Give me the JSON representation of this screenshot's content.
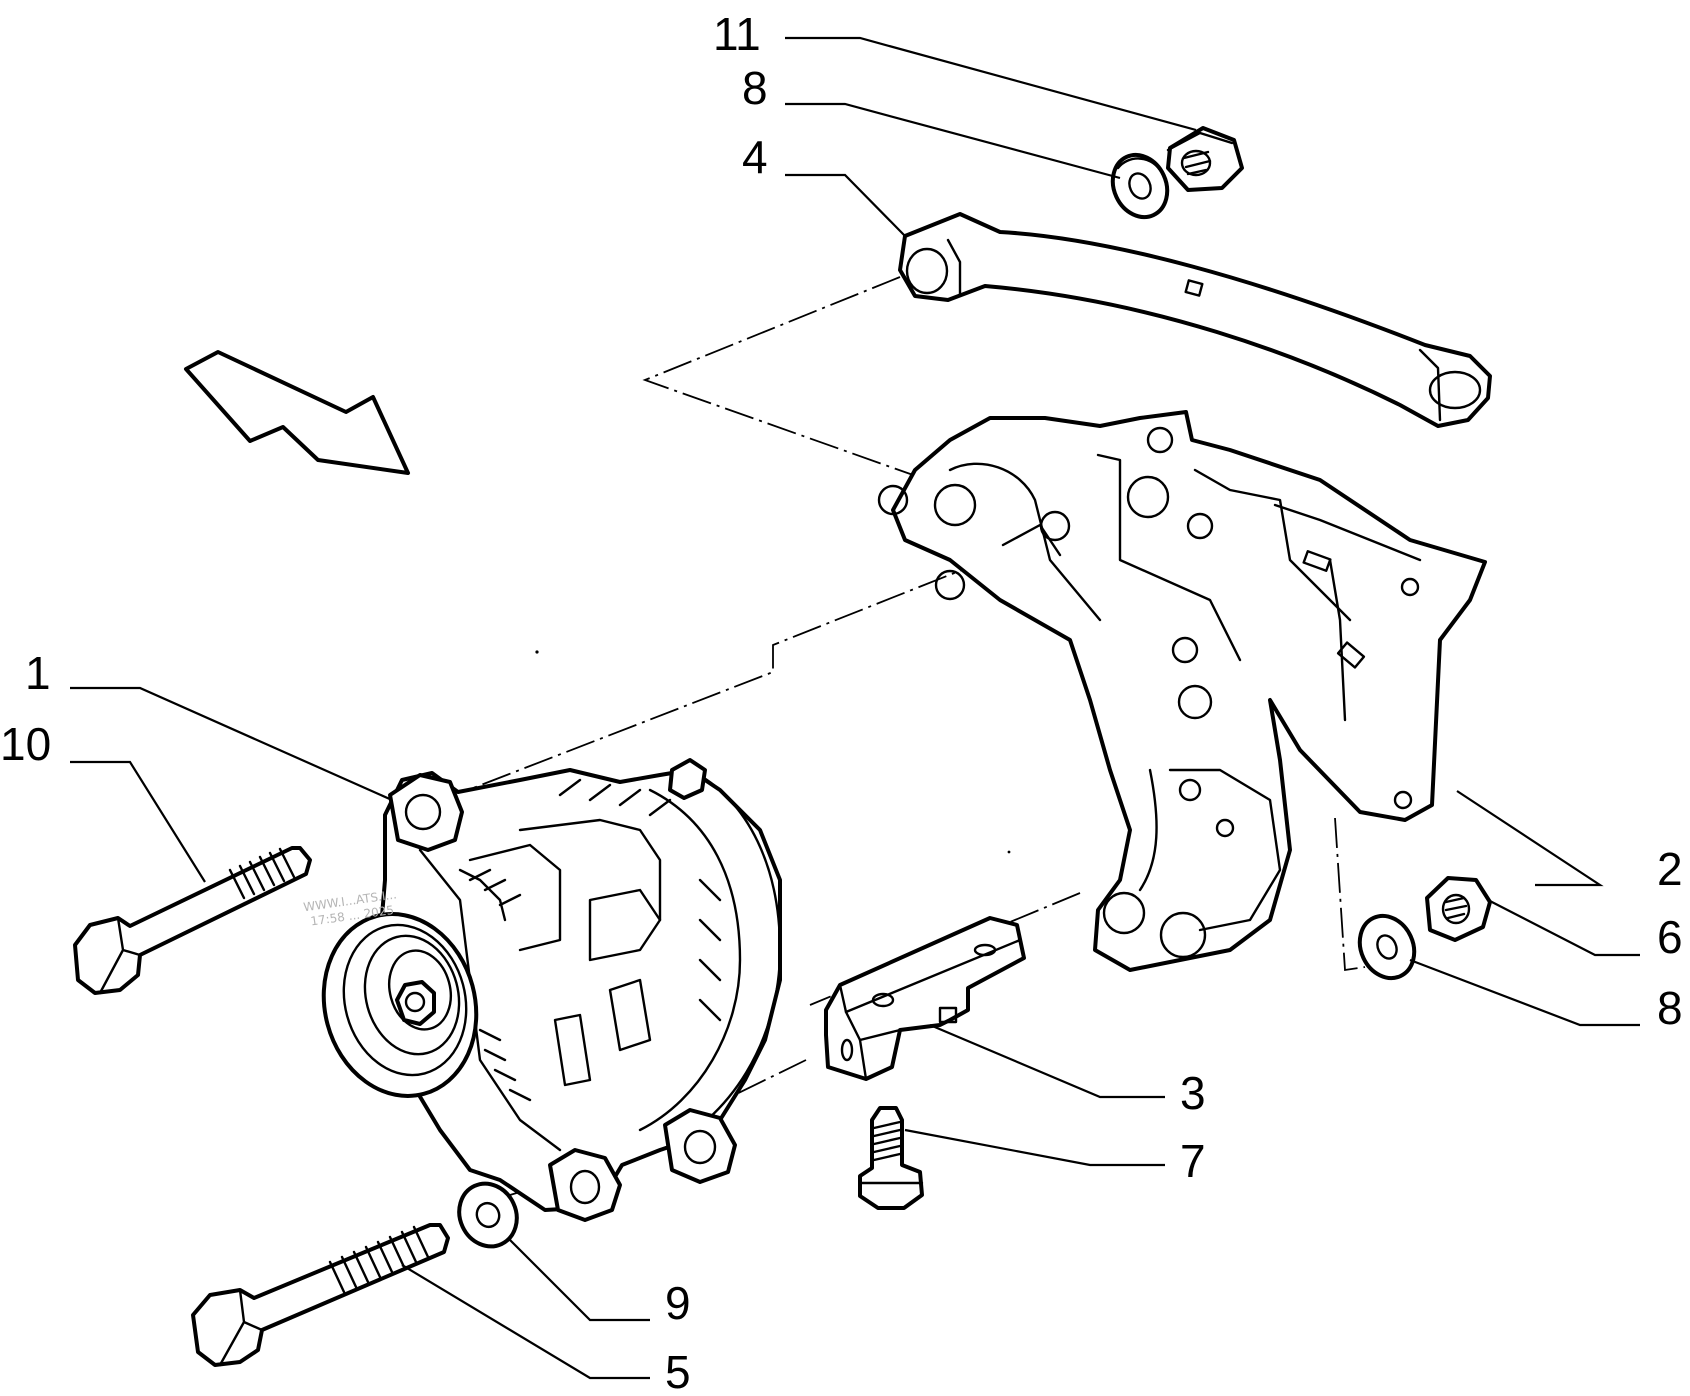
{
  "callouts": {
    "c1": "1",
    "c2": "2",
    "c3": "3",
    "c4": "4",
    "c5": "5",
    "c6": "6",
    "c7": "7",
    "c8_top": "8",
    "c8_right": "8",
    "c9": "9",
    "c10": "10",
    "c11": "11"
  },
  "watermark": {
    "line1": "WWW.I...ATS.I...",
    "line2": "17:58 ... 2025"
  },
  "colors": {
    "ink": "#000000",
    "background": "#ffffff"
  }
}
